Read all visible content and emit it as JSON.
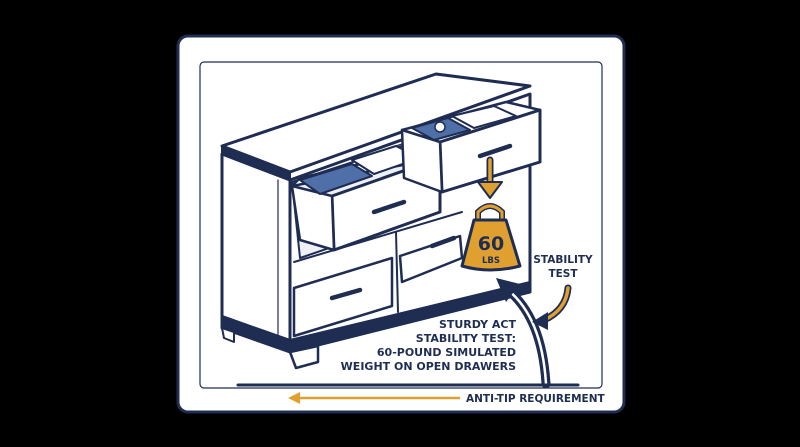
{
  "weight": {
    "value": "60",
    "unit": "LBS"
  },
  "side_label": {
    "line1": "STABILITY",
    "line2": "TEST"
  },
  "caption": {
    "line1": "STURDY ACT",
    "line2": "STABILITY TEST:",
    "line3": "60-POUND SIMULATED",
    "line4": "WEIGHT ON OPEN DRAWERS"
  },
  "bottom_label": "ANTI-TIP REQUIREMENT",
  "colors": {
    "navy": "#1f2d52",
    "orange": "#e0a030",
    "panel": "#ffffff",
    "clothes_blue": "#4f6fa8",
    "shadow": "#eef0f6"
  }
}
